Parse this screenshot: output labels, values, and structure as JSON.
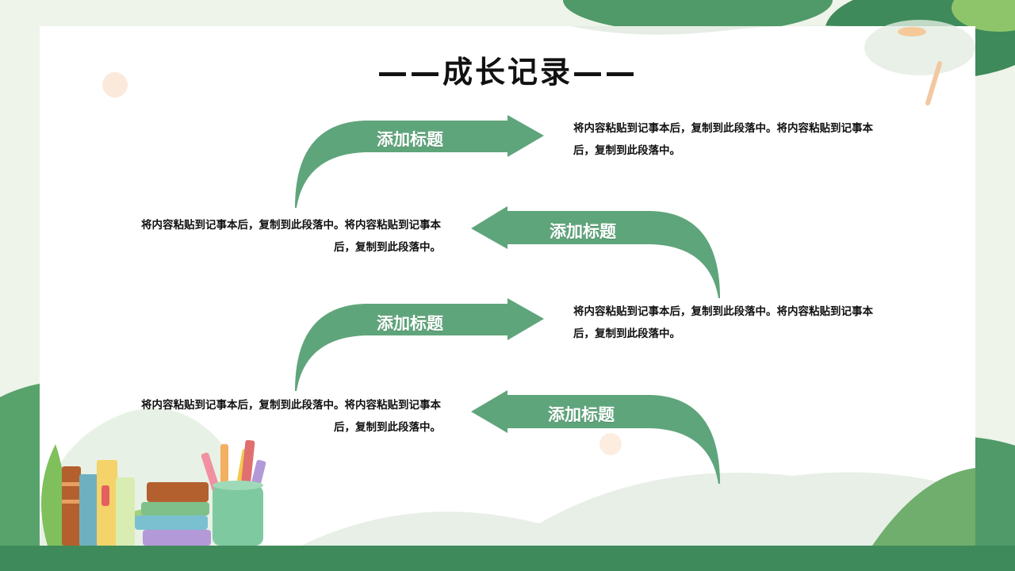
{
  "title": "——成长记录——",
  "colors": {
    "accent": "#5fa57b",
    "bg": "#eef4ea"
  },
  "steps": [
    {
      "label": "添加标题",
      "text_line1": "将内容粘贴到记事本后，复制到此段落中。将内容粘贴到记事本",
      "text_line2": "后，复制到此段落中。"
    },
    {
      "label": "添加标题",
      "text_line1": "将内容粘贴到记事本后，复制到此段落中。将内容粘贴到记事本",
      "text_line2": "后，复制到此段落中。"
    },
    {
      "label": "添加标题",
      "text_line1": "将内容粘贴到记事本后，复制到此段落中。将内容粘贴到记事本",
      "text_line2": "后，复制到此段落中。"
    },
    {
      "label": "添加标题",
      "text_line1": "将内容粘贴到记事本后，复制到此段落中。将内容粘贴到记事本",
      "text_line2": "后，复制到此段落中。"
    }
  ],
  "illustration": {
    "books": "books-illustration",
    "pencil_cup": "pencil-cup-illustration"
  }
}
